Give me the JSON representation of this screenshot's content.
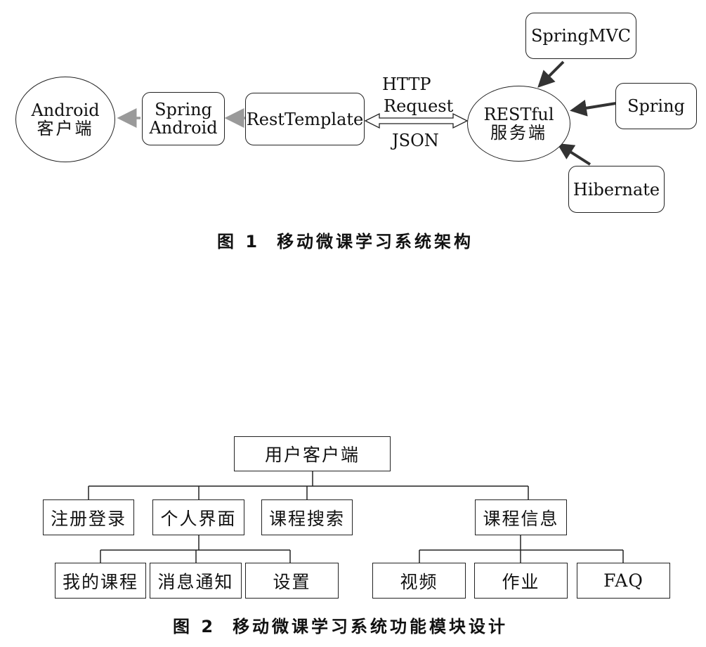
{
  "figure1": {
    "caption_num": "图 1",
    "caption_title": "移动微课学习系统架构",
    "nodes": {
      "android_line1": "Android",
      "android_line2": "客户端",
      "spring_android_line1": "Spring",
      "spring_android_line2": "Android",
      "resttemplate": "RestTemplate",
      "restful_line1": "RESTful",
      "restful_line2": "服务端",
      "springmvc": "SpringMVC",
      "spring": "Spring",
      "hibernate": "Hibernate"
    },
    "link_labels": {
      "http": "HTTP",
      "request": "Request",
      "json": "JSON"
    },
    "colors": {
      "gray_arrow": "#9a9a9a",
      "dark_arrow": "#333333"
    }
  },
  "figure2": {
    "caption_num": "图 2",
    "caption_title": "移动微课学习系统功能模块设计",
    "root": "用户客户端",
    "level1": {
      "register": "注册登录",
      "personal": "个人界面",
      "search": "课程搜索",
      "course_info": "课程信息"
    },
    "personal_children": {
      "my_courses": "我的课程",
      "notifications": "消息通知",
      "settings": "设置"
    },
    "course_info_children": {
      "video": "视频",
      "homework": "作业",
      "faq": "FAQ"
    }
  }
}
